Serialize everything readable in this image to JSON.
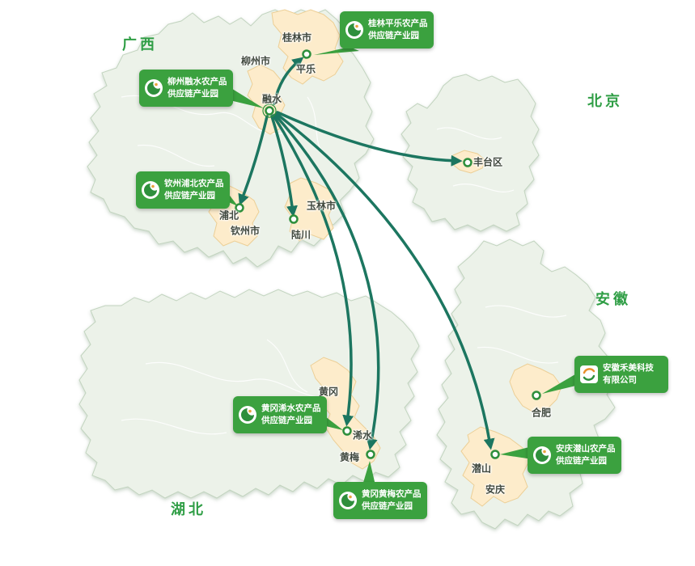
{
  "provinces": [
    {
      "name": "广西"
    },
    {
      "name": "北京"
    },
    {
      "name": "安徽"
    },
    {
      "name": "湖北"
    }
  ],
  "cities": [
    {
      "name": "柳州市"
    },
    {
      "name": "桂林市"
    },
    {
      "name": "平乐"
    },
    {
      "name": "融水"
    },
    {
      "name": "浦北"
    },
    {
      "name": "钦州市"
    },
    {
      "name": "玉林市"
    },
    {
      "name": "陆川"
    },
    {
      "name": "丰台区"
    },
    {
      "name": "合肥"
    },
    {
      "name": "黄冈"
    },
    {
      "name": "浠水"
    },
    {
      "name": "黄梅"
    },
    {
      "name": "潜山"
    },
    {
      "name": "安庆"
    }
  ],
  "parks": [
    {
      "line1": "桂林平乐农产品",
      "line2": "供应链产业园",
      "icon": "park-logo-icon"
    },
    {
      "line1": "柳州融水农产品",
      "line2": "供应链产业园",
      "icon": "park-logo-icon"
    },
    {
      "line1": "钦州浦北农产品",
      "line2": "供应链产业园",
      "icon": "park-logo-icon"
    },
    {
      "line1": "黄冈浠水农产品",
      "line2": "供应链产业园",
      "icon": "park-logo-icon"
    },
    {
      "line1": "黄冈黄梅农产品",
      "line2": "供应链产业园",
      "icon": "park-logo-icon"
    },
    {
      "line1": "安庆潜山农产品",
      "line2": "供应链产业园",
      "icon": "park-logo-icon"
    },
    {
      "line1": "安徽禾美科技",
      "line2": "有限公司",
      "icon": "hemei-company-logo-icon"
    }
  ],
  "flows": {
    "origin": "融水",
    "destinations": [
      "平乐",
      "丰台区",
      "浦北",
      "陆川",
      "浠水",
      "黄梅",
      "潜山"
    ]
  },
  "colors": {
    "callout_green": "#3ba13f",
    "arrow_teal": "#1c7660",
    "province_label_green": "#2f9e45",
    "map_fill": "#ecf2e9",
    "map_border": "#c2d4bf",
    "highlight_fill": "#fdeccb",
    "highlight_border": "#eccf96",
    "marker_ring_green": "#2e8f3c"
  }
}
